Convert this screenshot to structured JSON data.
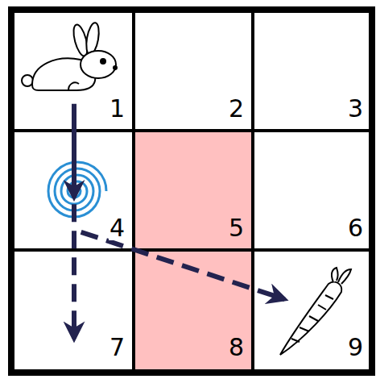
{
  "diagram": {
    "nodes": [
      {
        "text": [
          "1"
        ]
      },
      {
        "text": [
          "2"
        ]
      },
      {
        "text": [
          "3"
        ]
      },
      {
        "text": [
          "4"
        ]
      },
      {
        "text": [
          "5"
        ]
      },
      {
        "text": [
          "6"
        ]
      },
      {
        "text": [
          "7"
        ]
      },
      {
        "text": [
          "8"
        ]
      },
      {
        "text": [
          "9"
        ]
      }
    ],
    "edges": [
      {
        "from": 0,
        "to": 3,
        "arrow": "to"
      },
      {
        "from": 3,
        "to": 6,
        "arrow": "to"
      },
      {
        "from": 3,
        "to": 8,
        "arrow": "to"
      }
    ]
  }
}
